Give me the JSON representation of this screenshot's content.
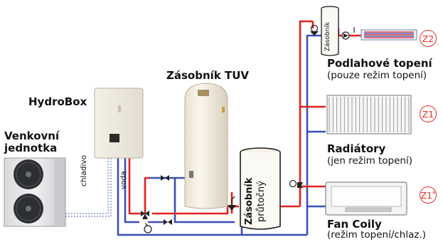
{
  "labels": {
    "outdoor_unit": [
      "Venkovní",
      "jednotka"
    ],
    "hydrobox": "HydroBox",
    "dhw_tank": "Zásobník TUV",
    "buffer_tank": [
      "Zásobník",
      "průtočný"
    ],
    "small_tank": "Zásobník",
    "refrigerant_pipe": "chladivo",
    "water_pipe": "voda",
    "floor_heating": [
      "Podlahové topení",
      "(pouze režim topení)"
    ],
    "radiators": [
      "Radiátory",
      "(jen režim topení)"
    ],
    "fan_coils": [
      "Fan Coily",
      "(režim topení/chlaz.)"
    ]
  },
  "zones": {
    "floor": "Z2",
    "radiators": "Z1",
    "fancoil": "Z1",
    "fancoil_mark": "*"
  },
  "colors": {
    "supply": "#e0221f",
    "return": "#3a4fb8",
    "zone": "#e8302a"
  }
}
